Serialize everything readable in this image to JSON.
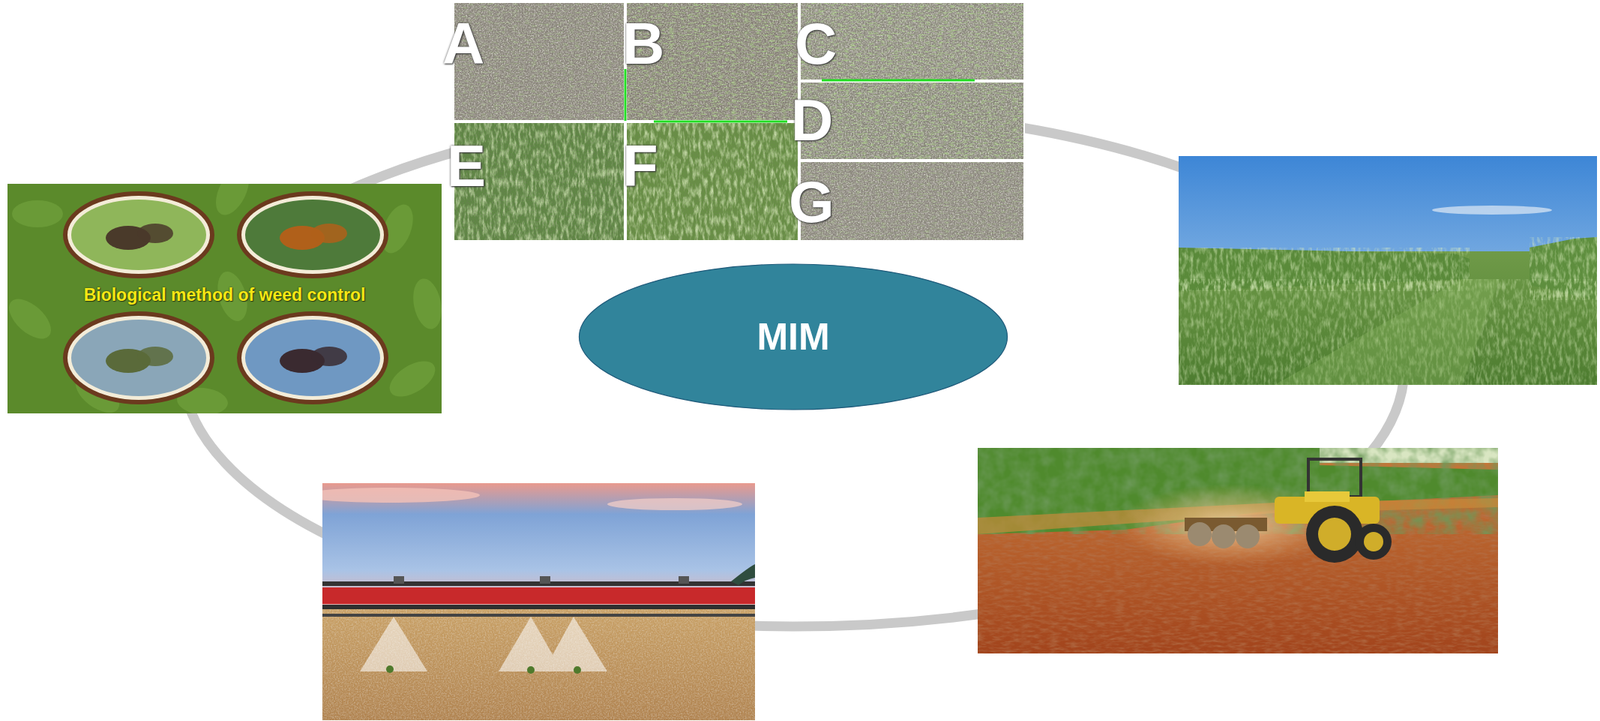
{
  "diagram": {
    "nodes": [
      {
        "text": [
          "Biological method of weed control"
        ]
      },
      {
        "text": [
          "MIM"
        ]
      }
    ],
    "labels": [
      "A",
      "B",
      "C",
      "D",
      "E",
      "F",
      "G"
    ]
  }
}
